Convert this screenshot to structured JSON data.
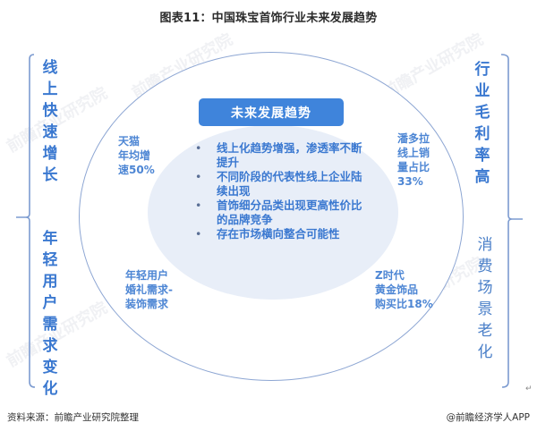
{
  "title": "图表11：中国珠宝首饰行业未来发展趋势",
  "center": {
    "header": "未来发展趋势",
    "bullet_symbol": "•",
    "bullets": [
      "线上化趋势增强，渗透率不断提升",
      "不同阶段的代表性线上企业陆续出现",
      "首饰细分品类出现更高性价比的品牌竞争",
      "存在市场横向整合可能性"
    ]
  },
  "notes": {
    "top_left": "天猫\n年均增\n速50%",
    "top_right": "潘多拉\n线上销\n量占比\n33%",
    "bottom_left": "年轻用户\n婚礼需求-\n装饰需求",
    "bottom_right": "Z时代\n黄金饰品\n购买比18%"
  },
  "side_labels": {
    "left_top": "线上快速增长",
    "left_bottom": "年轻用户需求变化",
    "right_top": "行业毛利率高",
    "right_bottom": "消费场景老化"
  },
  "footer": {
    "source": "资料来源：前瞻产业研究院整理",
    "credit": "@前瞻经济学人APP"
  },
  "watermark": "前瞻产业研究院",
  "return_mark": "↵",
  "colors": {
    "accent": "#3f84db",
    "text_blue": "#3a78d0",
    "outline": "#8da6d3",
    "inner_fill": "#e8eef8"
  }
}
